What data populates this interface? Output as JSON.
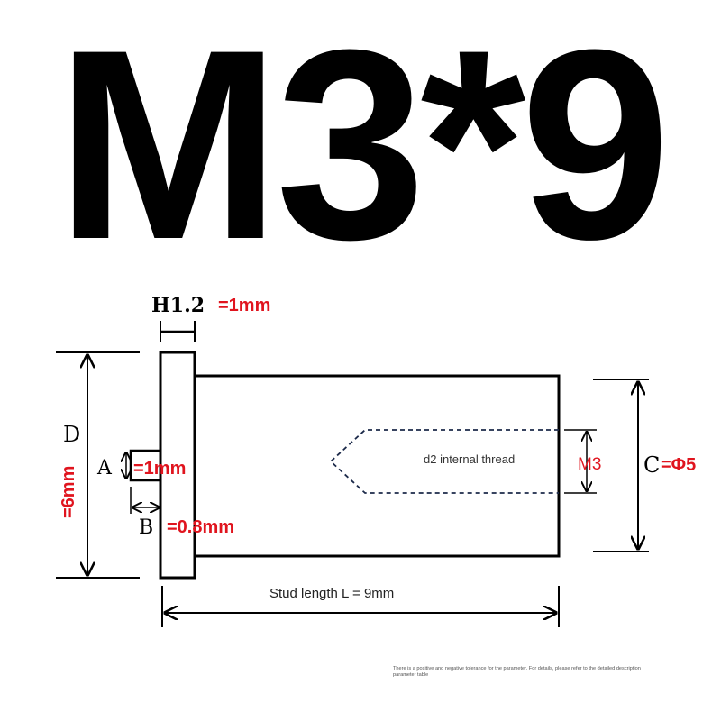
{
  "title": "M3*9",
  "colors": {
    "ink": "#000000",
    "accent": "#e0141e",
    "dashed": "#1c2a4a"
  },
  "labels": {
    "h_label": "H1.2",
    "h_value": "=1mm",
    "d_label": "D",
    "d_value": "=6mm",
    "a_label": "A",
    "a_value": "=1mm",
    "b_label": "B",
    "b_value": "=0.8mm",
    "c_label": "C",
    "c_value": "=Φ5",
    "m_value": "M3",
    "thread_text": "d2 internal thread",
    "stud_length": "Stud length L = 9mm"
  },
  "footnote": {
    "line1": "There is a positive and negative tolerance for the parameter. For details, please refer to the detailed description",
    "line2": "parameter table"
  }
}
